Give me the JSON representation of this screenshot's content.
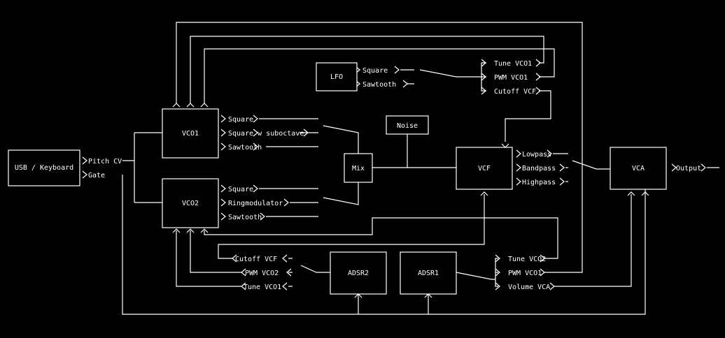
{
  "colors": {
    "background": "#000000",
    "foreground": "#ffffff"
  },
  "blocks": {
    "usb": "USB / Keyboard",
    "vco1": "VCO1",
    "vco2": "VCO2",
    "lfo": "LFO",
    "noise": "Noise",
    "mix": "Mix",
    "vcf": "VCF",
    "vca": "VCA",
    "adsr2": "ADSR2",
    "adsr1": "ADSR1"
  },
  "ports": {
    "usb_pitch": "Pitch CV",
    "usb_gate": "Gate",
    "vco1_square": "Square",
    "vco1_square_sub": "Square w suboctave",
    "vco1_saw": "Sawtooth",
    "vco2_square": "Square",
    "vco2_ring": "Ringmodulator",
    "vco2_saw": "Sawtooth",
    "lfo_square": "Square",
    "lfo_saw": "Sawtooth",
    "lfo_tune_vco1": "Tune VCO1",
    "lfo_pwm_vco1": "PWM VCO1",
    "lfo_cutoff_vcf": "Cutoff VCF",
    "vcf_lowpass": "Lowpass",
    "vcf_bandpass": "Bandpass",
    "vcf_highpass": "Highpass",
    "vca_output": "Output",
    "adsr2_cutoff_vcf": "Cutoff VCF",
    "adsr2_pwm_vco2": "PWM VCO2",
    "adsr2_tune_vco1": "Tune VCO1",
    "adsr1_tune_vco2": "Tune VCO2",
    "adsr1_pwm_vco1": "PWM VCO1",
    "adsr1_volume_vca": "Volume VCA"
  }
}
